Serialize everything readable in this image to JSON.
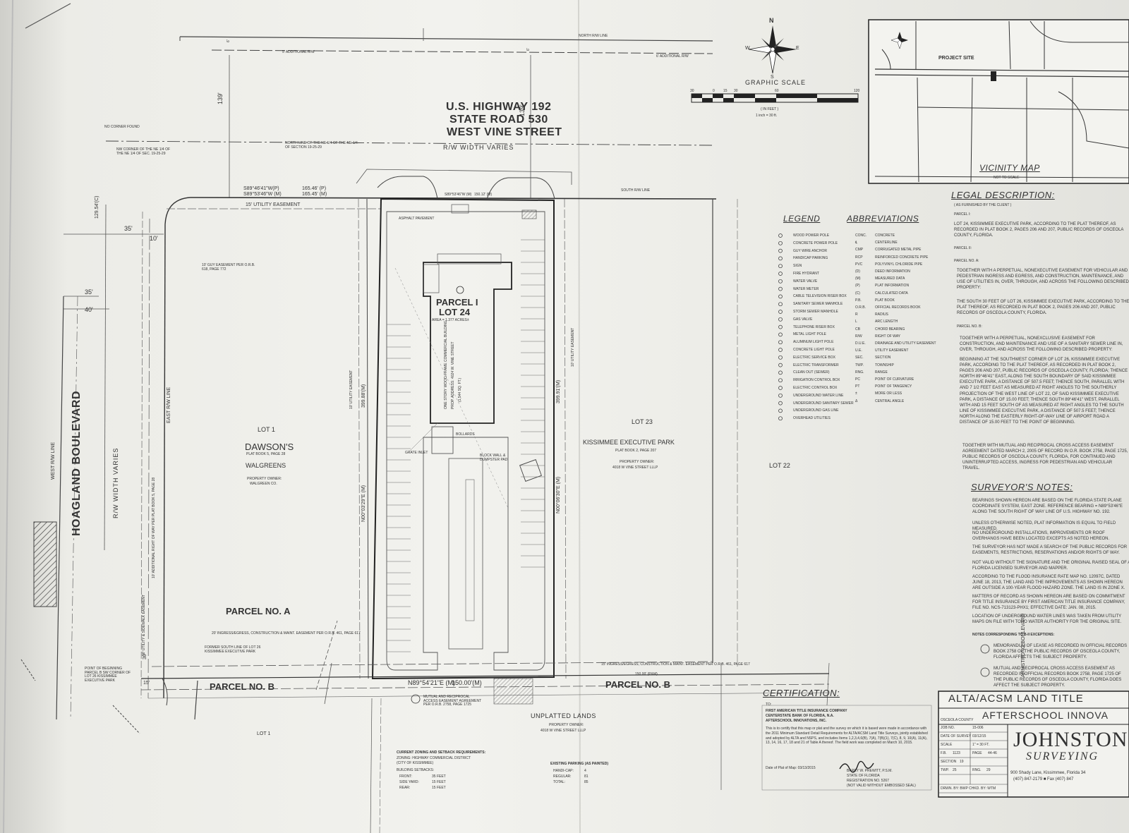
{
  "highway": {
    "line1": "U.S. HIGHWAY 192",
    "line2": "STATE ROAD 530",
    "line3": "WEST VINE STREET",
    "rw": "R/W WIDTH VARIES"
  },
  "hoagland": {
    "name": "HOAGLAND BOULEVARD",
    "rw": "R/W WIDTH VARIES",
    "west_rw": "WEST R/W LINE"
  },
  "armstrong": "ARMSTRONG BOULEVARD",
  "dims": {
    "d139a": "139'",
    "d139b": "139'",
    "d12954": "129.54'(C)",
    "d35a": "35'",
    "d35b": "35'",
    "d40": "40'",
    "d10": "10'",
    "d6a": "6'",
    "d6b": "6'",
    "d15": "15'",
    "d30": "30'"
  },
  "north_rw": "NORTH R/W LINE",
  "add_rw1": "5' ADDITIONAL R/W",
  "add_rw2": "6' ADDITIONAL R/W",
  "south_rw": "SOUTH R/W LINE",
  "east_rw": "EAST R/W LINE",
  "utility_easement": "15' UTILITY EASEMENT",
  "guy_easement": "10' GUY EASEMENT PER O.R.B. 618, PAGE 772",
  "bearings": {
    "top_p": "S89°46'41\"W(P)",
    "top_m": "S89°53'46\"W (M)",
    "top_dist_p": "165.46' (P)",
    "top_dist_m": "165.45' (M)",
    "parcel_top": "S89°53'46\"W (M)",
    "parcel_top_dist": "150.12' (M)",
    "west": "N00°03'29\"E (M)",
    "west_dist": "399.88'(M)",
    "east": "N00°06'30\"E (M)",
    "east_dist": "399.91'(M)",
    "bottom": "N89°54'21\"E (M)",
    "bottom_dist": "150.00'(M)",
    "bottom_p": "150.00' (P&M)"
  },
  "parcel": {
    "name": "PARCEL I",
    "lot": "LOT 24",
    "area": "AREA = 1.377 ACRES±",
    "building": "ONE STORY WOOD FRAME COMMERCIAL BUILDING",
    "address": "PROP. ADDRESS: 4024 W. VINE STREET"
  },
  "lot1_north": {
    "lot": "LOT 1",
    "name": "DAWSON'S",
    "plat": "PLAT BOOK 5, PAGE 28",
    "tenant": "WALGREENS",
    "owner_label": "PROPERTY OWNER:",
    "owner": "WALGREEN CO."
  },
  "lot23": {
    "lot": "LOT 23",
    "name": "KISSIMMEE EXECUTIVE PARK",
    "plat": "PLAT BOOK 2, PAGE 207",
    "owner_label": "PROPERTY OWNER:",
    "owner": "4018 W VINE STREET LLLP"
  },
  "lot22": "LOT 22",
  "lot1_south": "LOT 1",
  "unplatted": {
    "name": "UNPLATTED LANDS",
    "owner_label": "PROPERTY OWNER:",
    "owner": "4018 W VINE STREET LLLP"
  },
  "parcel_a": "PARCEL NO. A",
  "parcel_b1": "PARCEL NO. B",
  "parcel_b2": "PARCEL NO. B",
  "former_lot": "FORMER SOUTH LINE OF LOT 26 KISSIMMEE EXECUTIVE PARK",
  "pob": "POINT OF BEGINNING PARCEL B SW CORNER OF LOT 26 KISSIMMEE EXECUTIVE PARK",
  "ingress1": "20' INGRESS/EGRESS, CONSTRUCTION & MAINT. EASEMENT PER O.R.B. 461, PAGE 617",
  "ingress2": "15' INGRESS/EGRESS, CONSTRUCTION & MAINT. EASEMENT PER O.R.B. 461, PAGE 617",
  "mutual_access": "MUTUAL AND RECIPROCAL ACCESS EASEMENT AGREEMENT PER O.R.B. 2758, PAGE 1725",
  "asphalt": "ASPHALT PAVEMENT",
  "zoning": {
    "title": "CURRENT ZONING AND SETBACK REQUIREMENTS:",
    "zone": "ZONING: HIGHWAY COMMERCIAL DISTRICT",
    "city": "(CITY OF KISSIMMEE)",
    "setbacks": "BUILDING SETBACKS:",
    "front": "FRONT:",
    "front_v": "35 FEET",
    "side": "SIDE YARD:",
    "side_v": "15 FEET",
    "rear": "REAR:",
    "rear_v": "15 FEET"
  },
  "parking": {
    "title": "EXISTING PARKING (AS PAINTED)",
    "handicap": "HANDI-CAP:",
    "handicap_v": "4",
    "regular": "REGULAR:",
    "regular_v": "81",
    "total": "TOTAL:",
    "total_v": "85"
  },
  "graphic_scale": {
    "title": "GRAPHIC SCALE",
    "unit": "( IN FEET )",
    "ratio": "1 inch = 30 ft.",
    "ticks": [
      "30",
      "0",
      "15",
      "30",
      "60",
      "120"
    ]
  },
  "compass": {
    "n": "N",
    "s": "S",
    "e": "E",
    "w": "W"
  },
  "vicinity": {
    "title": "VICINITY MAP",
    "sub": "NOT TO SCALE",
    "site": "PROJECT SITE"
  },
  "legal": {
    "title": "LEGAL DESCRIPTION:",
    "sub": "( AS FURNISHED BY THE CLIENT )",
    "p1": "PARCEL I:",
    "p1_text": "LOT 24, KISSIMMEE EXECUTIVE PARK, ACCORDING TO THE PLAT THEREOF, AS RECORDED IN PLAT BOOK 2, PAGES 206 AND 207, PUBLIC RECORDS OF OSCEOLA COUNTY, FLORIDA.",
    "p2": "PARCEL II:",
    "pa": "PARCEL NO. A:",
    "pa_text": "TOGETHER WITH A PERPETUAL, NONEXECUTIVE EASEMENT FOR VEHICULAR AND PEDESTRIAN INGRESS AND EGRESS, AND CONSTRUCTION, MAINTENANCE, AND USE OF UTILITIES IN, OVER, THROUGH, AND ACROSS THE FOLLOWING DESCRIBED PROPERTY:",
    "pa_text2": "THE SOUTH 30 FEET OF LOT 26, KISSIMMEE EXECUTIVE PARK, ACCORDING TO THE PLAT THEREOF, AS RECORDED IN PLAT BOOK 2, PAGES 206 AND 207, PUBLIC RECORDS OF OSCEOLA COUNTY, FLORIDA.",
    "pb": "PARCEL NO. B:",
    "pb_text": "TOGETHER WITH A PERPETUAL, NONEXCLUSIVE EASEMENT FOR CONSTRUCTION, AND MAINTENANCE AND USE OF A SANITARY SEWER LINE IN, OVER, THROUGH, AND ACROSS THE FOLLOWING DESCRIBED PROPERTY:",
    "pb_text2": "BEGINNING AT THE SOUTHWEST CORNER OF LOT 26, KISSIMMEE EXECUTIVE PARK, ACCORDING TO THE PLAT THEREOF, AS RECORDED IN PLAT BOOK 2, PAGES 206 AND 207, PUBLIC RECORDS OF OSCEOLA COUNTY, FLORIDA; THENCE NORTH 89°46'41\" EAST, ALONG THE SOUTH BOUNDARY OF SAID KISSIMMEE EXECUTIVE PARK, A DISTANCE OF 507.5 FEET; THENCE SOUTH, PARALLEL WITH AND 7 1/2 FEET EAST AS MEASURED AT RIGHT ANGLES TO THE SOUTHERLY PROJECTION OF THE WEST LINE OF LOT 22, OF SAID KISSIMMEE EXECUTIVE PARK, A DISTANCE OF 15.00 FEET; THENCE SOUTH 89°46'41\" WEST, PARALLEL WITH AND 15 FEET SOUTH OF AS MEASURED AT RIGHT ANGLES TO THE SOUTH LINE OF KISSIMMEE EXECUTIVE PARK, A DISTANCE OF 507.5 FEET; THENCE NORTH ALONG THE EASTERLY RIGHT-OF-WAY LINE OF AIRPORT ROAD A DISTANCE OF 15.00 FEET TO THE POINT OF BEGINNING.",
    "mutual": "TOGETHER WITH MUTUAL AND RECIPROCAL CROSS ACCESS EASEMENT AGREEMENT DATED MARCH 2, 2005 OF RECORD IN O.R. BOOK 2758, PAGE 1725, PUBLIC RECORDS OF OSCEOLA COUNTY, FLORIDA, FOR CONTINUED AND UNINTERRUPTED ACCESS, INGRESS FOR PEDESTRIAN AND VEHICULAR TRAVEL."
  },
  "notes": {
    "title": "SURVEYOR'S NOTES:",
    "n1": "BEARINGS SHOWN HEREON ARE BASED ON THE FLORIDA STATE PLANE COORDINATE SYSTEM, EAST ZONE. REFERENCE BEARING = N89°53'46\"E ALONG THE SOUTH RIGHT OF WAY LINE OF U.S. HIGHWAY NO. 192.",
    "n2": "UNLESS OTHERWISE NOTED, PLAT INFORMATION IS EQUAL TO FIELD MEASURED.",
    "n3": "NO UNDERGROUND INSTALLATIONS, IMPROVEMENTS OR ROOF OVERHANGS HAVE BEEN LOCATED EXCEPTS AS NOTED HEREON.",
    "n4": "THE SURVEYOR HAS NOT MADE A SEARCH OF THE PUBLIC RECORDS FOR EASEMENTS, RESTRICTIONS, RESERVATIONS AND/OR RIGHTS OF WAY.",
    "n5": "NOT VALID WITHOUT THE SIGNATURE AND THE ORIGINAL RAISED SEAL OF A FLORIDA LICENSED SURVEYOR AND MAPPER.",
    "n6": "ACCORDING TO THE FLOOD INSURANCE RATE MAP NO. 12097C, DATED JUNE 18, 2013, THE LAND AND THE IMPROVEMENTS AS SHOWN HEREON ARE OUTSIDE A 100-YEAR FLOOD HAZARD ZONE. THE LAND IS IN ZONE X.",
    "n7": "MATTERS OF RECORD AS SHOWN HEREON ARE BASED ON COMMITMENT FOR TITLE INSURANCE BY FIRST AMERICAN TITLE INSURANCE COMPANY, FILE NO. NCS-713123-PHX1; EFFECTIVE DATE: JAN. 08, 2015.",
    "n8": "LOCATION OF UNDERGROUND WATER LINES WAS TAKEN FROM UTILITY MAPS ON FILE WITH TOHO WATER AUTHORITY FOR THE ORIGINAL SITE.",
    "n9": "NOTES CORRESPONDING TO B-II EXCEPTIONS:",
    "e9": "MEMORANDUM OF LEASE AS RECORDED IN OFFICIAL RECORDS BOOK 2758 OF THE PUBLIC RECORDS OF OSCEOLA COUNTY, FLORIDA AFFECTS THE SUBJECT PROPERTY.",
    "e10": "MUTUAL AND RECIPROCAL CROSS ACCESS EASEMENT AS RECORDED IN OFFICIAL RECORDS BOOK 2758, PAGE 1725 OF THE PUBLIC RECORDS OF OSCEOLA COUNTY, FLORIDA DOES AFFECT THE SUBJECT PROPERTY."
  },
  "legend": {
    "title": "LEGEND",
    "items": [
      "WOOD POWER POLE",
      "CONCRETE POWER POLE",
      "GUY WIRE ANCHOR",
      "HANDICAP PARKING",
      "SIGN",
      "FIRE HYDRANT",
      "WATER VALVE",
      "WATER METER",
      "CABLE TELEVISION RISER BOX",
      "SANITARY SEWER MANHOLE",
      "STORM SEWER MANHOLE",
      "GAS VALVE",
      "TELEPHONE RISER BOX",
      "METAL LIGHT POLE",
      "ALUMINUM LIGHT POLE",
      "CONCRETE LIGHT POLE",
      "ELECTRIC SERVICE BOX",
      "ELECTRIC TRANSFORMER",
      "CLEAN OUT (SEWER)",
      "IRRIGATION CONTROL BOX",
      "ELECTRIC CONTROL BOX",
      "UNDERGROUND WATER LINE",
      "UNDERGROUND SANITARY SEWER",
      "UNDERGROUND GAS LINE",
      "OVERHEAD UTILITIES"
    ]
  },
  "abbrev": {
    "title": "ABBREVIATIONS",
    "items": [
      [
        "CONC.",
        "CONCRETE"
      ],
      [
        "℄",
        "CENTERLINE"
      ],
      [
        "CMP",
        "CORRUGATED METAL PIPE"
      ],
      [
        "RCP",
        "REINFORCED CONCRETE PIPE"
      ],
      [
        "PVC",
        "POLYVINYL CHLORIDE PIPE"
      ],
      [
        "(D)",
        "DEED INFORMATION"
      ],
      [
        "(M)",
        "MEASURED DATA"
      ],
      [
        "(P)",
        "PLAT INFORMATION"
      ],
      [
        "(C)",
        "CALCULATED DATA"
      ],
      [
        "P.B.",
        "PLAT BOOK"
      ],
      [
        "O.R.B.",
        "OFFICIAL RECORDS BOOK"
      ],
      [
        "R",
        "RADIUS"
      ],
      [
        "L",
        "ARC LENGTH"
      ],
      [
        "CB",
        "CHORD BEARING"
      ],
      [
        "R/W",
        "RIGHT OF WAY"
      ],
      [
        "D.U.E.",
        "DRAINAGE AND UTILITY EASEMENT"
      ],
      [
        "U.E.",
        "UTILITY EASEMENT"
      ],
      [
        "SEC.",
        "SECTION"
      ],
      [
        "TWP.",
        "TOWNSHIP"
      ],
      [
        "RNG.",
        "RANGE"
      ],
      [
        "PC",
        "POINT OF CURVATURE"
      ],
      [
        "PT",
        "POINT OF TANGENCY"
      ],
      [
        "±",
        "MORE OR LESS"
      ],
      [
        "Δ",
        "CENTRAL ANGLE"
      ]
    ]
  },
  "certification": {
    "title": "CERTIFICATION:",
    "to": "TO:",
    "t1": "FIRST AMERICAN TITLE INSURANCE COMPANY",
    "t2": "CENTERSTATE BANK OF FLORIDA, N.A.",
    "t3": "AFTERSCHOOL INNOVATIONS, INC.",
    "body": "This is to certify that this map or plat and the survey on which it is based were made in accordance with the 2011 Minimum Standard Detail Requirements for ALTA/ACSM Land Title Surveys, jointly established and adopted by ALTA and NSPS, and includes Items 1,2,3,4,6(B), 7(A), 7(B)(1), 7(C), 8, 9, 10(A), 11(A), 13, 14, 16, 17, 18 and 21 of Table A thereof. The field work was completed on March 10, 2015.",
    "date": "Date of Plat of Map: 03/13/2015",
    "sig1": "BARRY W. PREWITT, P.S.M.",
    "sig2": "STATE OF FLORIDA",
    "sig3": "REGISTRATION NO. 5267",
    "sig4": "(NOT VALID WITHOUT EMBOSSED SEAL)"
  },
  "title_block": {
    "title": "ALTA/ACSM LAND TITLE",
    "client": "AFTERSCHOOL INNOVA",
    "county": "OSCEOLA COUNTY",
    "job": "JOB NO.",
    "job_v": "15-006",
    "date": "DATE OF SURVEY",
    "date_v": "03/12/15",
    "scale": "SCALE",
    "scale_v": "1\" = 30 FT.",
    "fb": "F.B.",
    "fb_v": "1123",
    "page": "PAGE",
    "page_v": "44-46",
    "section": "SECTION",
    "section_v": "19",
    "twp": "TWP.",
    "twp_v": "25",
    "rng": "RNG.",
    "rng_v": "29",
    "drawn": "DRWN. BY: BWP  CHKD. BY: WTM",
    "firm1": "JOHNSTON",
    "firm2": "SURVEYING",
    "address": "900 Shady Lane, Kissimmee, Florida 34",
    "phone": "(407) 847-2179 ■ Fax (407) 847"
  },
  "misc": {
    "nw_corner": "NO CORNER FOUND",
    "nw_ne": "NW CORNER OF THE NE 1/4 OF THE NE 1/4 OF SEC. 19-25-29",
    "north_line": "NORTH LINE OF THE NE 1/4 OF THE NE 1/4 OF SECTION 19-25-29",
    "add_rw_west": "10' ADDITIONAL RIGHT OF WAY PER PLAT BOOK 5, PAGE 28",
    "sidewalk": "10' UTILITY & SIDEWALK EASEMENT",
    "utility_10a": "10' UTILITY EASEMENT",
    "utility_10b": "10' UTILITY EASEMENT",
    "bollards": "BOLLARDS",
    "grate": "GRATE INLET",
    "block_wall": "BLOCK WALL & DUMPSTER PAD",
    "bldg_area": "(1,544 SQ. FT.)"
  }
}
